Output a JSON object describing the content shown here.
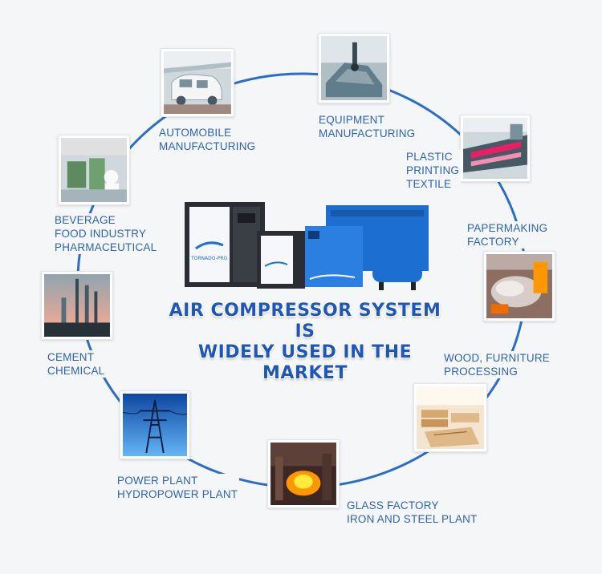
{
  "headline": {
    "line1": "AIR COMPRESSOR SYSTEM IS",
    "line2": "WIDELY USED IN THE MARKET"
  },
  "product": {
    "brand_text": "TORNADO-PRO"
  },
  "industries": [
    {
      "id": "automobile",
      "lines": [
        "AUTOMOBILE",
        "MANUFACTURING"
      ]
    },
    {
      "id": "equipment",
      "lines": [
        "EQUIPMENT",
        "MANUFACTURING"
      ]
    },
    {
      "id": "plastic",
      "lines": [
        "PLASTIC",
        "PRINTING",
        "TEXTILE"
      ]
    },
    {
      "id": "papermaking",
      "lines": [
        "PAPERMAKING",
        "FACTORY"
      ]
    },
    {
      "id": "wood",
      "lines": [
        "WOOD, FURNITURE",
        "PROCESSING"
      ]
    },
    {
      "id": "glass",
      "lines": [
        "GLASS FACTORY",
        "IRON AND STEEL PLANT"
      ]
    },
    {
      "id": "power",
      "lines": [
        "POWER PLANT",
        "HYDROPOWER PLANT"
      ]
    },
    {
      "id": "cement",
      "lines": [
        "CEMENT",
        "CHEMICAL"
      ]
    },
    {
      "id": "beverage",
      "lines": [
        "BEVERAGE",
        "FOOD INDUSTRY",
        "PHARMACEUTICAL"
      ]
    }
  ],
  "colors": {
    "ring": "#2a6dc9",
    "label": "#2d63b3",
    "headline": "#1f57b8",
    "compressor_blue": "#1c6fd1",
    "compressor_dark": "#2a2d33"
  }
}
